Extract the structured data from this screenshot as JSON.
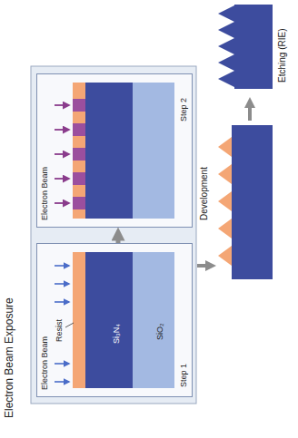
{
  "diagram": {
    "title": "Electron Beam Exposure",
    "nodes": [
      {
        "text": [
          "Electron Beam",
          "Resist",
          "Si₃N₄",
          "SiO₂",
          "Step 1"
        ]
      },
      {
        "text": [
          "Electron Beam",
          "Step 2"
        ]
      }
    ],
    "edges": [
      {
        "from": 0,
        "to": 1,
        "arrow": "to"
      }
    ],
    "labels": [
      "Development",
      "Etching (RIE)"
    ]
  }
}
